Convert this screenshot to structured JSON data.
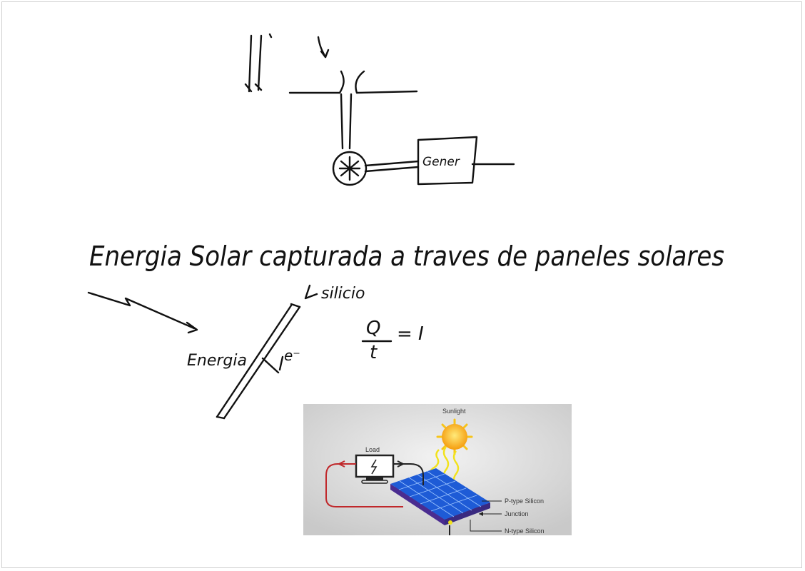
{
  "notes": {
    "generator_label": "Gener",
    "heading": "Energia Solar capturada a traves de paneles solares",
    "silicon_label": "silicio",
    "energy_label": "Energia",
    "electron_label": "e⁻",
    "formula": {
      "numerator": "Q",
      "denominator": "t",
      "result": "= I"
    }
  },
  "figure": {
    "sunlight_label": "Sunlight",
    "load_label": "Load",
    "p_type_label": "P-type Silicon",
    "junction_label": "Junction",
    "n_type_label": "N-type Silicon",
    "colors": {
      "background": "#d9d9d9",
      "sun": "#f7c419",
      "panel": "#1e5bd6",
      "panel_edge": "#6a3fa0",
      "circuit": "#c0282b",
      "ray": "#f2e21a"
    }
  }
}
